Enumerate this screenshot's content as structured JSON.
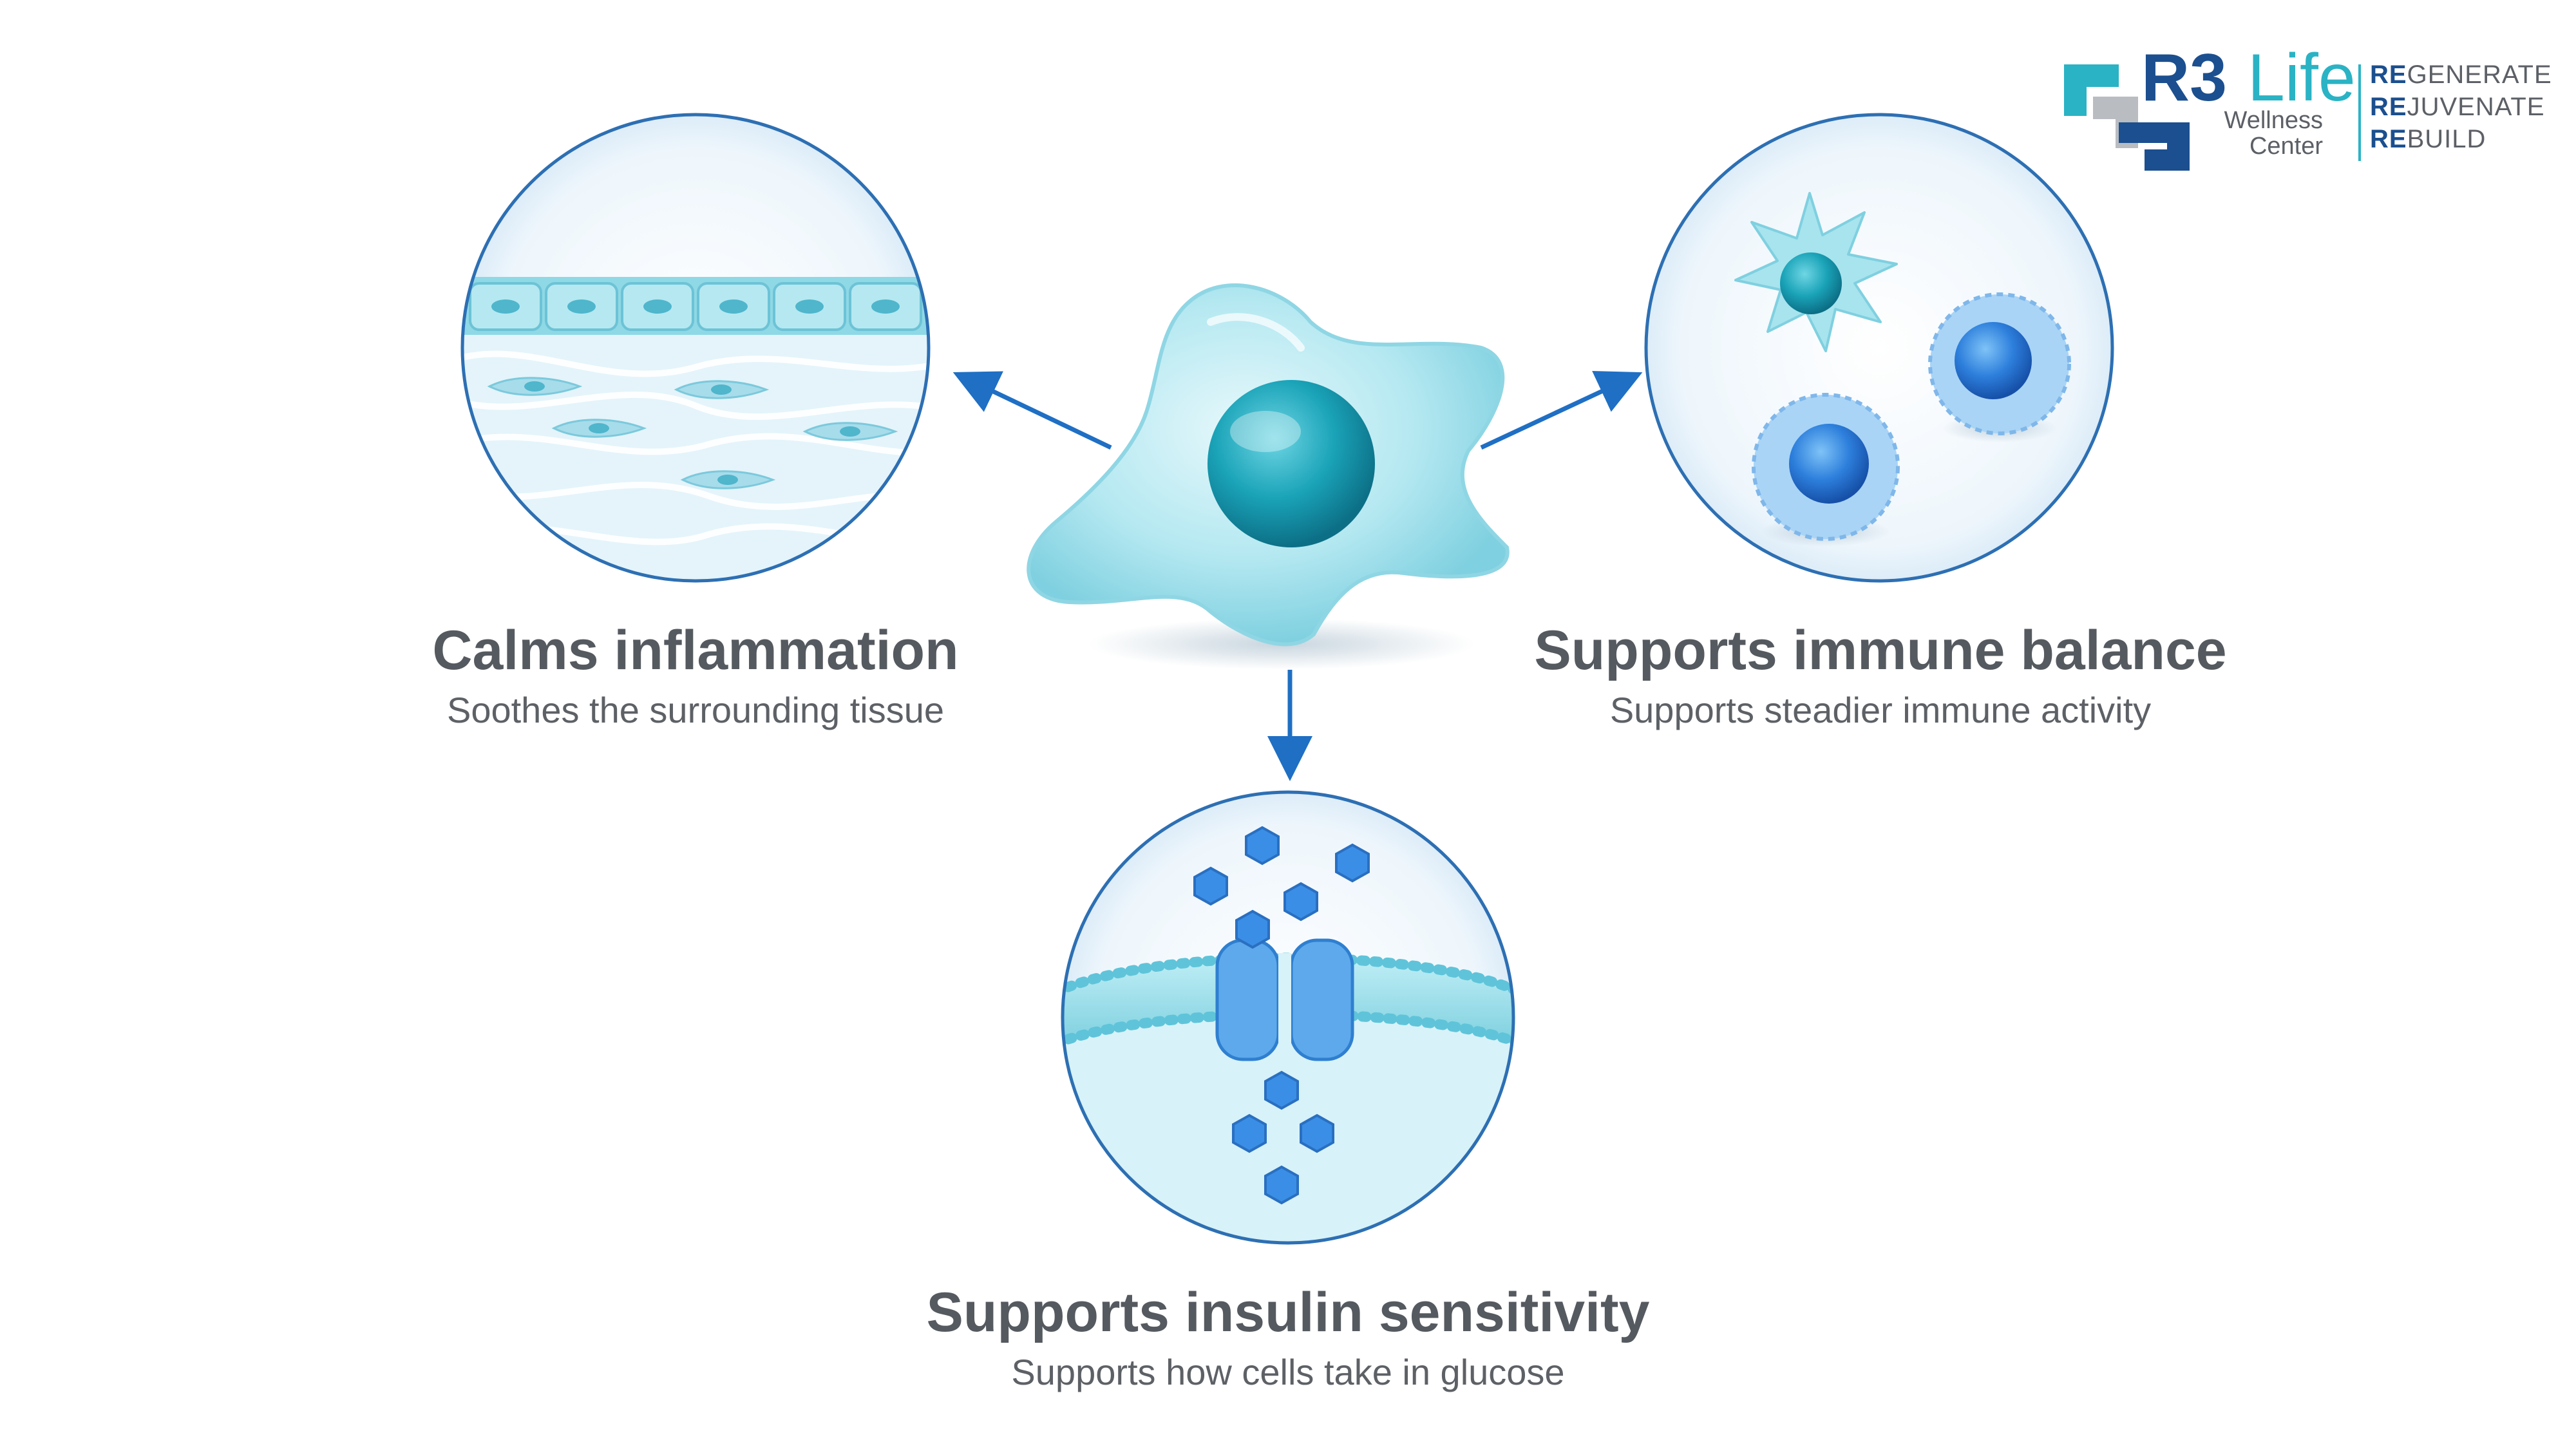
{
  "logo": {
    "brand_r3": "R3",
    "brand_life": "Life",
    "sub_line1": "Wellness",
    "sub_line2": "Center",
    "taglines": [
      {
        "prefix": "RE",
        "rest": "GENERATE"
      },
      {
        "prefix": "RE",
        "rest": "JUVENATE"
      },
      {
        "prefix": "RE",
        "rest": "BUILD"
      }
    ]
  },
  "benefits": {
    "left": {
      "title": "Calms inflammation",
      "subtitle": "Soothes the surrounding tissue",
      "icon": "tissue-layers-icon"
    },
    "right": {
      "title": "Supports immune balance",
      "subtitle": "Supports steadier immune activity",
      "icon": "immune-cells-icon"
    },
    "bottom": {
      "title": "Supports insulin sensitivity",
      "subtitle": "Supports how cells take in glucose",
      "icon": "cell-membrane-glucose-icon"
    }
  },
  "center": {
    "icon": "stem-cell-icon"
  },
  "colors": {
    "arrow": "#1f6fc4",
    "circle_border": "#2d6fb3",
    "cell_body": "#a8e4ee",
    "nucleus": "#1aa3b8",
    "glucose": "#3a8ee6",
    "title_text": "#555a60",
    "brand_blue": "#1b4f8f",
    "brand_teal": "#2ab3c4"
  }
}
